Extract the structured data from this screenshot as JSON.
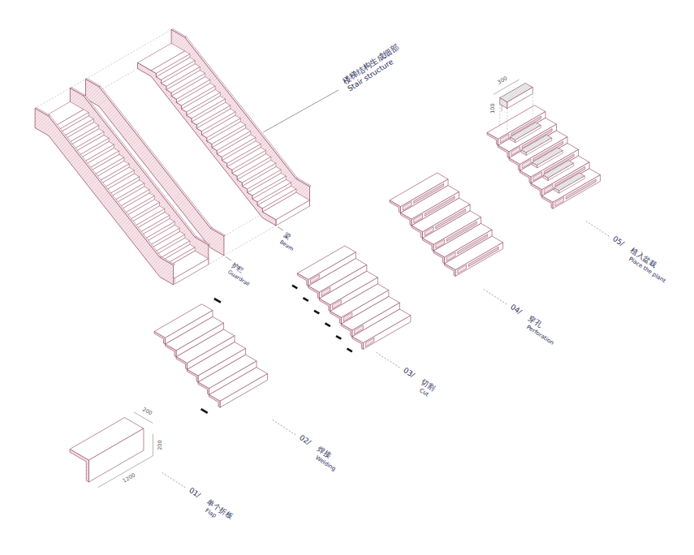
{
  "diagram": {
    "labels": [
      "楼梯结构生成细部",
      "Stair structure",
      "梁",
      "Beam",
      "护栏",
      "Guardrail",
      "01/",
      "单个折板",
      "Flap",
      "02/",
      "焊接",
      "Welding",
      "03/",
      "切割",
      "Cut",
      "04/",
      "穿孔",
      "Perforation",
      "05/",
      "植入盆栽",
      "Place the plant",
      "200",
      "200",
      "1200",
      "100",
      "300"
    ]
  }
}
